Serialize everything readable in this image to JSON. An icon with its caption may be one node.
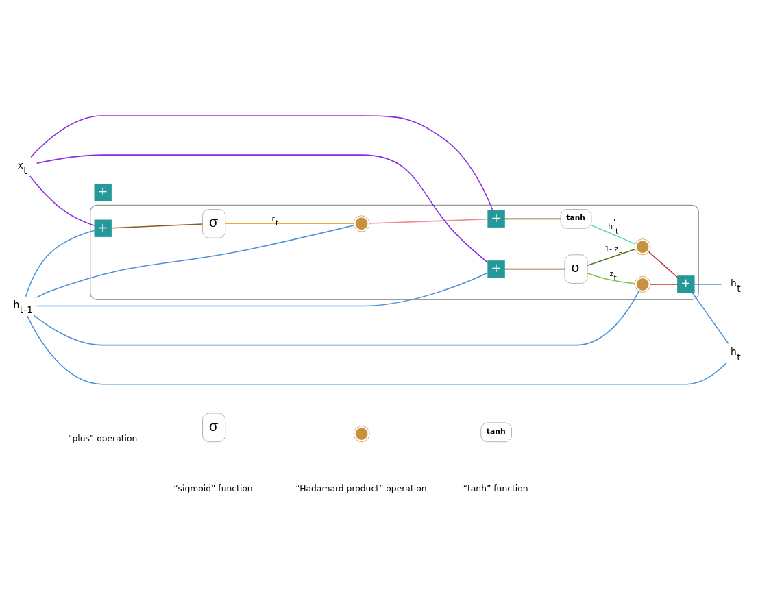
{
  "diagram": {
    "nodes": [
      {
        "text": [],
        "shape": "box"
      },
      {
        "text": [
          "+"
        ],
        "in": 0
      },
      {
        "text": [
          "σ"
        ],
        "in": 0
      },
      {
        "text": [
          "+"
        ],
        "in": 0
      },
      {
        "text": [
          "σ"
        ],
        "in": 0
      },
      {
        "text": [],
        "shape": "circle",
        "in": 0
      },
      {
        "text": [
          "+"
        ],
        "in": 0
      },
      {
        "text": [
          "tanh"
        ],
        "in": 0
      },
      {
        "text": [],
        "shape": "circle",
        "in": 0
      },
      {
        "text": [],
        "shape": "circle",
        "in": 0
      },
      {
        "text": [
          "+"
        ],
        "in": 0
      },
      {
        "text": [
          "h$_{t-1}$"
        ]
      },
      {
        "text": [
          "h$_{t}$"
        ]
      },
      {
        "text": [
          "h$_{t}$"
        ]
      },
      {
        "text": [
          "x$_{t}$"
        ]
      },
      {
        "text": [
          "+"
        ]
      },
      {
        "text": [
          "σ"
        ]
      },
      {
        "text": [],
        "shape": "circle"
      },
      {
        "text": [
          "tanh"
        ]
      }
    ],
    "edges": [
      {
        "from": 11,
        "to": 12,
        "arrow": "none"
      },
      {
        "from": 11,
        "to": 1,
        "arrow": "none"
      },
      {
        "from": 11,
        "to": 3,
        "arrow": "none"
      },
      {
        "from": 11,
        "to": 5,
        "arrow": "none"
      },
      {
        "from": 11,
        "to": 9,
        "arrow": "none"
      },
      {
        "from": 14,
        "to": 1,
        "arrow": "none",
        "color": "#8a2be2"
      },
      {
        "from": 14,
        "to": 3,
        "arrow": "none",
        "color": "#8a2be2"
      },
      {
        "from": 14,
        "to": 6,
        "arrow": "none",
        "color": "#8a2be2"
      },
      {
        "from": 1,
        "to": 2,
        "arrow": "none",
        "color": "#8b5a2b"
      },
      {
        "from": 3,
        "to": 4,
        "arrow": "none",
        "color": "#8b5a2b"
      },
      {
        "from": 4,
        "to": 5,
        "arrow": "none",
        "label": "r$_{t}$",
        "color": "#f0a83c"
      },
      {
        "from": 5,
        "to": 6,
        "arrow": "none",
        "color": "#f28a94"
      },
      {
        "from": 6,
        "to": 7,
        "arrow": "none",
        "color": "#8b5a2b"
      },
      {
        "from": 7,
        "to": 8,
        "arrow": "none",
        "label": "h$^{’}$$_{t}$",
        "color": "#55d8c0"
      },
      {
        "from": 2,
        "to": 9,
        "arrow": "none",
        "label": "z$_{t}$",
        "color": "#7ac943"
      },
      {
        "from": 2,
        "to": 8,
        "arrow": "none",
        "label": "1- z$_{t}$",
        "color": "#4a7a20"
      },
      {
        "from": 8,
        "to": 10,
        "arrow": "none",
        "color": "#b03a48"
      },
      {
        "from": 9,
        "to": 10,
        "arrow": "none",
        "color": "#e0202a"
      },
      {
        "from": 10,
        "to": 13,
        "arrow": "none"
      },
      {
        "from": 10,
        "to": 12,
        "arrow": "none"
      }
    ],
    "legend": [
      {
        "text": "“plus” operation"
      },
      {
        "text": "“sigmoid” function"
      },
      {
        "text": "“Hadamard product” operation"
      },
      {
        "text": "“tanh” function"
      }
    ]
  }
}
